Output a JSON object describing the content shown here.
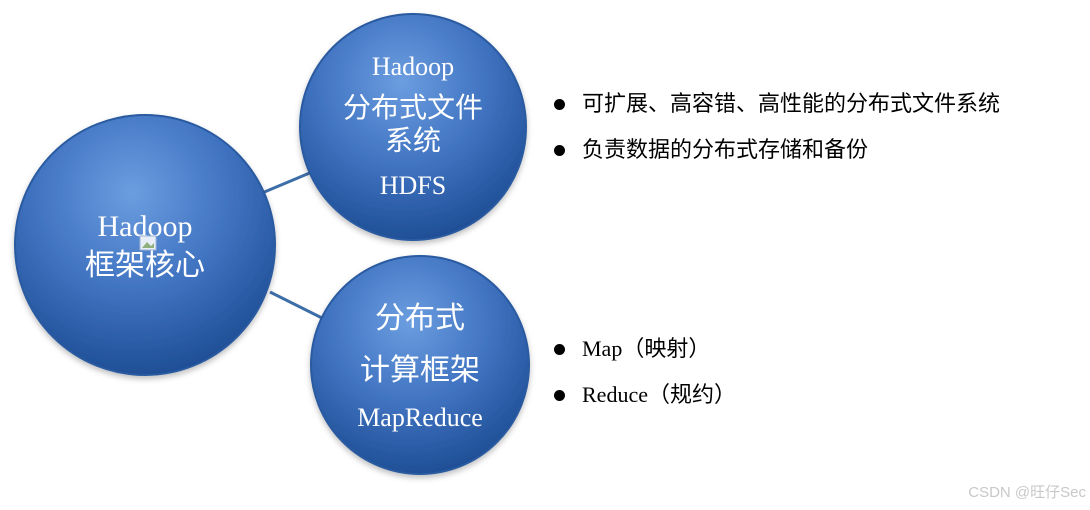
{
  "core": {
    "line1": "Hadoop",
    "line2": "框架核心"
  },
  "hdfs": {
    "line1": "Hadoop",
    "line2": "分布式文件",
    "line3": "系统",
    "line4": "HDFS"
  },
  "mapreduce": {
    "line1": "分布式",
    "line2": "计算框架",
    "line3": "MapReduce"
  },
  "hdfs_bullets": [
    "可扩展、高容错、高性能的分布式文件系统",
    "负责数据的分布式存储和备份"
  ],
  "mapreduce_bullets": [
    "Map（映射）",
    "Reduce（规约）"
  ],
  "watermark": "CSDN @旺仔Sec",
  "colors": {
    "circle_light": "#5b8fd6",
    "circle_dark": "#1f4f96",
    "circle_stroke": "#2a5aa0",
    "connector": "#3d6ea8"
  },
  "icons": {
    "placeholder": "broken-image-icon"
  }
}
